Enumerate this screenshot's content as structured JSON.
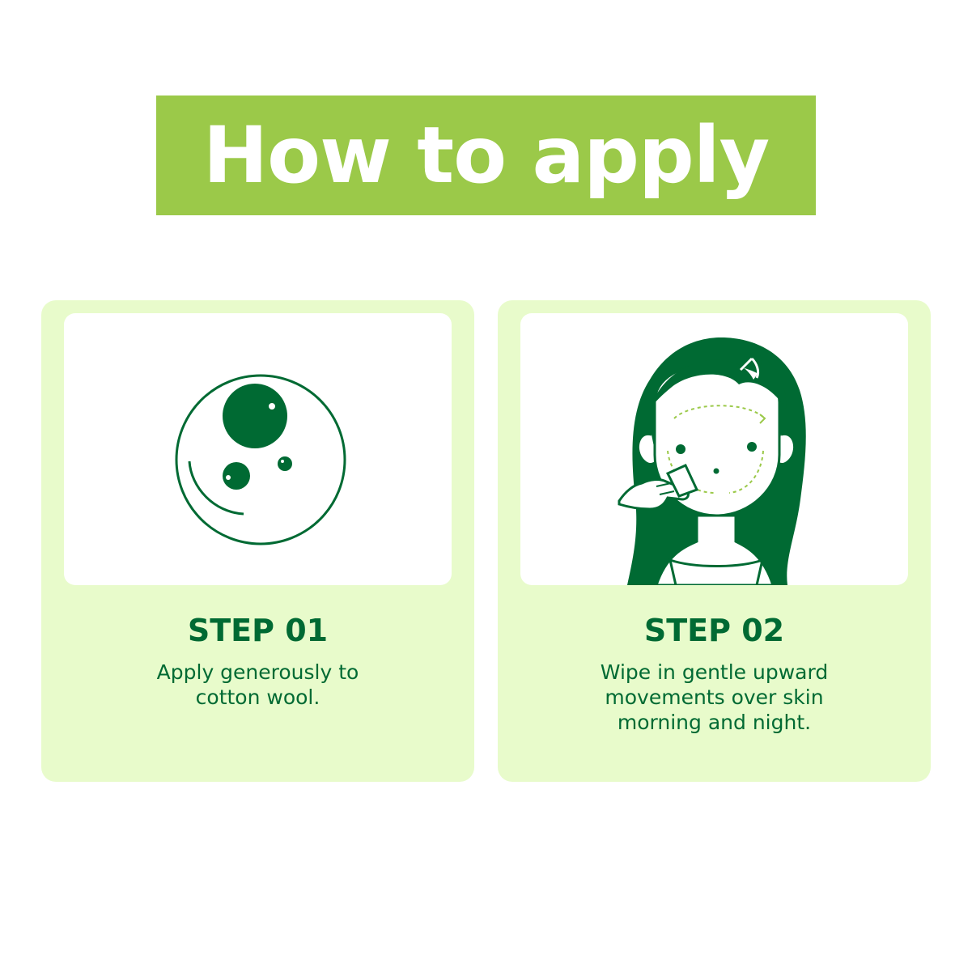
{
  "title": "How to apply",
  "colors": {
    "banner": "#9bc949",
    "card": "#e8fbcb",
    "ink": "#006a33"
  },
  "steps": [
    {
      "label": "STEP 01",
      "lines": [
        "Apply generously to",
        "cotton wool."
      ],
      "icon": "cotton-pad-with-drops-icon"
    },
    {
      "label": "STEP 02",
      "lines": [
        "Wipe in gentle upward",
        "movements over skin",
        "morning and night."
      ],
      "icon": "woman-wiping-face-icon"
    }
  ]
}
